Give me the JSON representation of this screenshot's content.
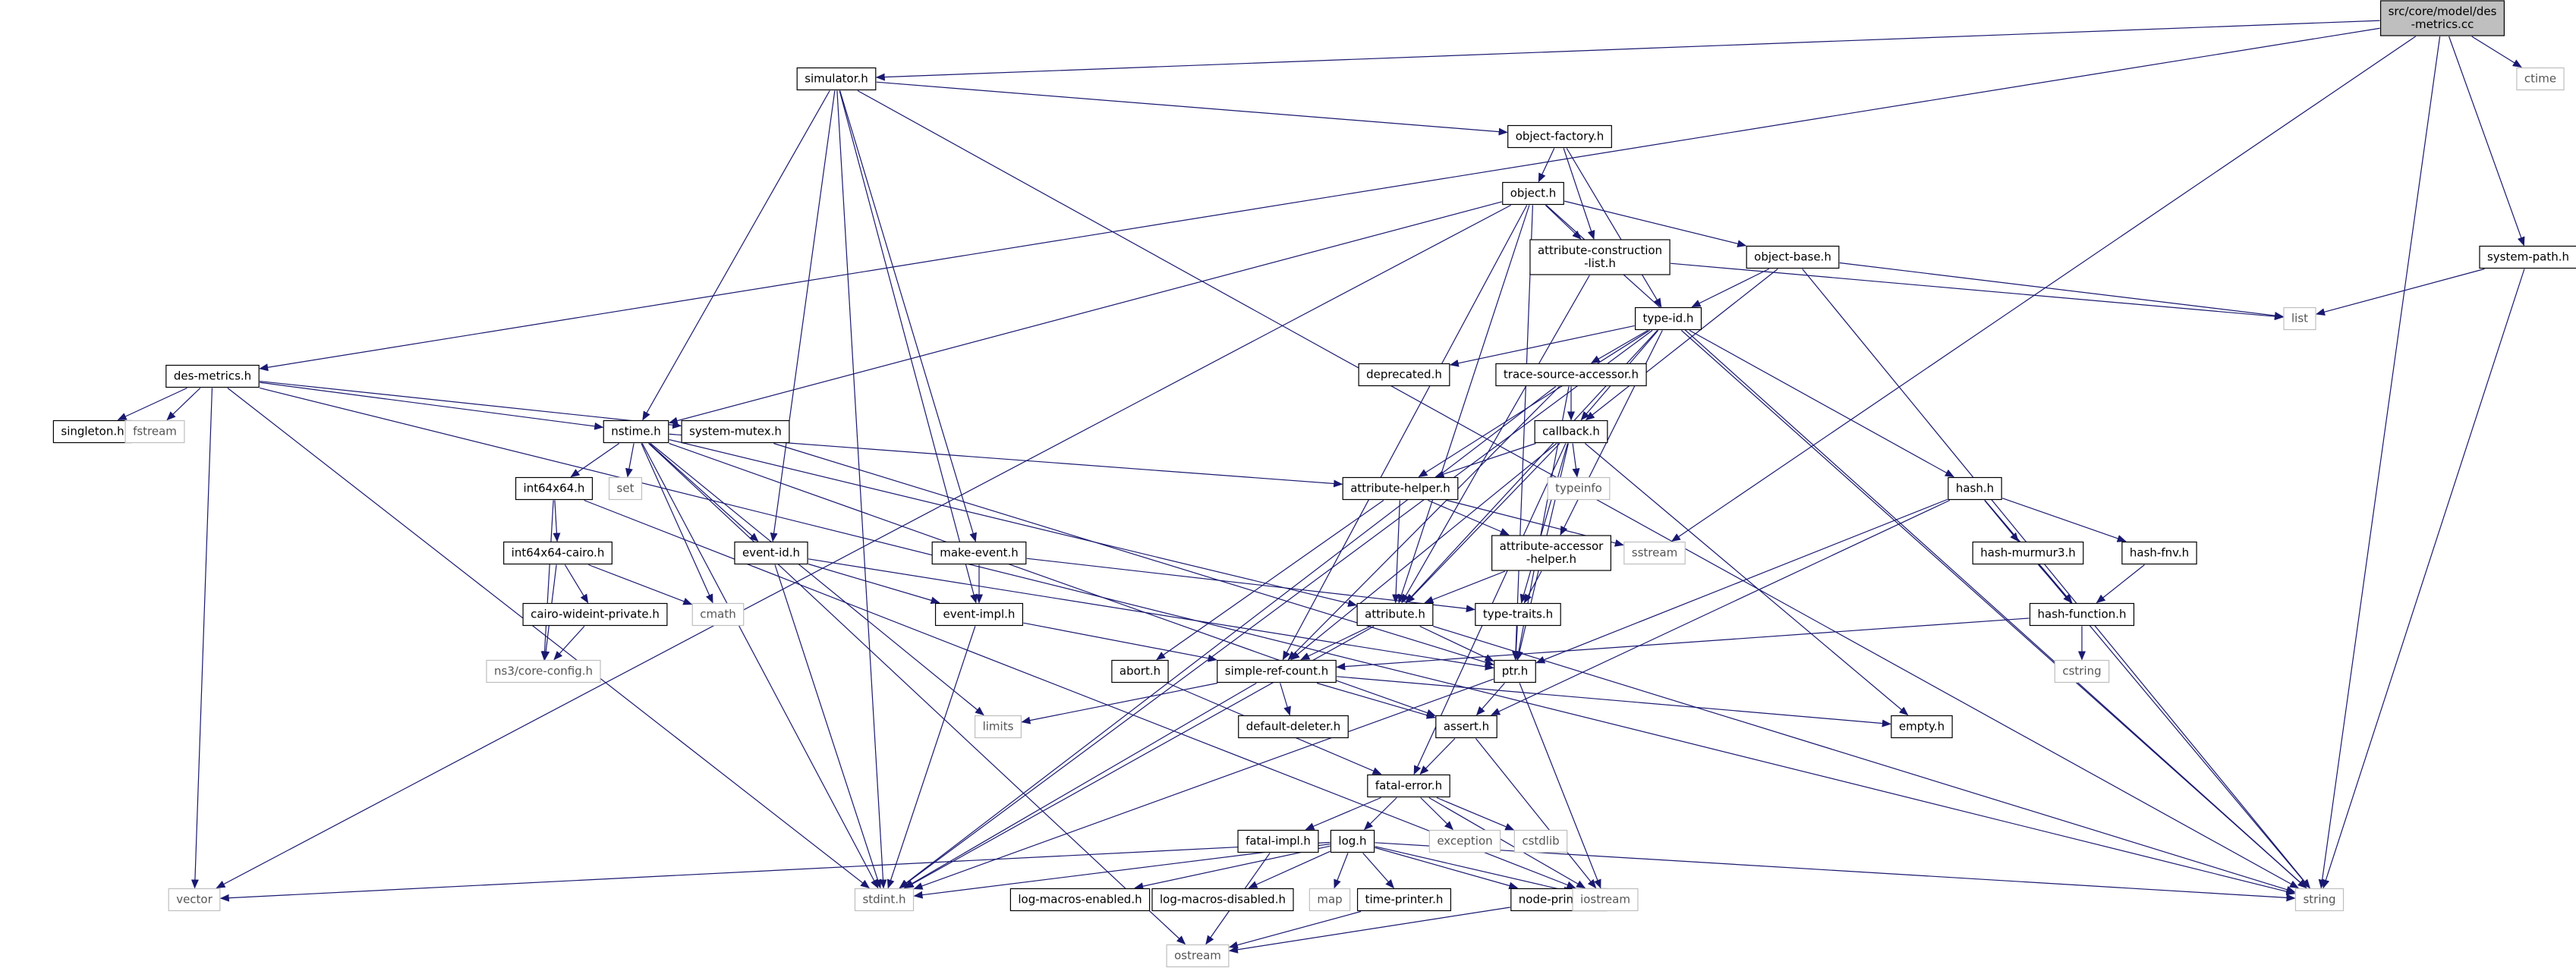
{
  "graph": {
    "colors": {
      "background": "#ffffff",
      "root_fill": "#bfbfbf",
      "node_fill": "#ffffff",
      "node_border": "#000000",
      "external_border": "#bfbfbf",
      "node_text": "#000000",
      "external_text": "#555555",
      "edge": "#191970"
    },
    "nodes": [
      {
        "id": "root",
        "label": [
          "src/core/model/des",
          "-metrics.cc"
        ],
        "kind": "root"
      },
      {
        "id": "simulator",
        "label": [
          "simulator.h"
        ],
        "kind": "header"
      },
      {
        "id": "ctime",
        "label": [
          "ctime"
        ],
        "kind": "external"
      },
      {
        "id": "object_factory",
        "label": [
          "object-factory.h"
        ],
        "kind": "header"
      },
      {
        "id": "object",
        "label": [
          "object.h"
        ],
        "kind": "header"
      },
      {
        "id": "attr_construction",
        "label": [
          "attribute-construction",
          "-list.h"
        ],
        "kind": "header"
      },
      {
        "id": "object_base",
        "label": [
          "object-base.h"
        ],
        "kind": "header"
      },
      {
        "id": "system_path",
        "label": [
          "system-path.h"
        ],
        "kind": "header"
      },
      {
        "id": "list",
        "label": [
          "list"
        ],
        "kind": "external"
      },
      {
        "id": "type_id",
        "label": [
          "type-id.h"
        ],
        "kind": "header"
      },
      {
        "id": "des_metrics",
        "label": [
          "des-metrics.h"
        ],
        "kind": "header"
      },
      {
        "id": "deprecated",
        "label": [
          "deprecated.h"
        ],
        "kind": "header"
      },
      {
        "id": "trace_source",
        "label": [
          "trace-source-accessor.h"
        ],
        "kind": "header"
      },
      {
        "id": "singleton",
        "label": [
          "singleton.h"
        ],
        "kind": "header"
      },
      {
        "id": "fstream",
        "label": [
          "fstream"
        ],
        "kind": "external"
      },
      {
        "id": "nstime",
        "label": [
          "nstime.h"
        ],
        "kind": "header"
      },
      {
        "id": "system_mutex",
        "label": [
          "system-mutex.h"
        ],
        "kind": "header"
      },
      {
        "id": "callback",
        "label": [
          "callback.h"
        ],
        "kind": "header"
      },
      {
        "id": "int64x64",
        "label": [
          "int64x64.h"
        ],
        "kind": "header"
      },
      {
        "id": "set",
        "label": [
          "set"
        ],
        "kind": "external"
      },
      {
        "id": "attribute_helper",
        "label": [
          "attribute-helper.h"
        ],
        "kind": "header"
      },
      {
        "id": "typeinfo",
        "label": [
          "typeinfo"
        ],
        "kind": "external"
      },
      {
        "id": "hash",
        "label": [
          "hash.h"
        ],
        "kind": "header"
      },
      {
        "id": "int64x64_cairo",
        "label": [
          "int64x64-cairo.h"
        ],
        "kind": "header"
      },
      {
        "id": "event_id",
        "label": [
          "event-id.h"
        ],
        "kind": "header"
      },
      {
        "id": "make_event",
        "label": [
          "make-event.h"
        ],
        "kind": "header"
      },
      {
        "id": "attr_accessor",
        "label": [
          "attribute-accessor",
          "-helper.h"
        ],
        "kind": "header"
      },
      {
        "id": "sstream",
        "label": [
          "sstream"
        ],
        "kind": "external"
      },
      {
        "id": "hash_murmur3",
        "label": [
          "hash-murmur3.h"
        ],
        "kind": "header"
      },
      {
        "id": "hash_fnv",
        "label": [
          "hash-fnv.h"
        ],
        "kind": "header"
      },
      {
        "id": "cmath",
        "label": [
          "cmath"
        ],
        "kind": "external"
      },
      {
        "id": "cairo_wideint",
        "label": [
          "cairo-wideint-private.h"
        ],
        "kind": "header"
      },
      {
        "id": "event_impl",
        "label": [
          "event-impl.h"
        ],
        "kind": "header"
      },
      {
        "id": "attribute",
        "label": [
          "attribute.h"
        ],
        "kind": "header"
      },
      {
        "id": "type_traits",
        "label": [
          "type-traits.h"
        ],
        "kind": "header"
      },
      {
        "id": "hash_function",
        "label": [
          "hash-function.h"
        ],
        "kind": "header"
      },
      {
        "id": "core_config",
        "label": [
          "ns3/core-config.h"
        ],
        "kind": "external"
      },
      {
        "id": "abort",
        "label": [
          "abort.h"
        ],
        "kind": "header"
      },
      {
        "id": "simple_ref_count",
        "label": [
          "simple-ref-count.h"
        ],
        "kind": "header"
      },
      {
        "id": "ptr",
        "label": [
          "ptr.h"
        ],
        "kind": "header"
      },
      {
        "id": "cstring",
        "label": [
          "cstring"
        ],
        "kind": "external"
      },
      {
        "id": "limits",
        "label": [
          "limits"
        ],
        "kind": "external"
      },
      {
        "id": "default_deleter",
        "label": [
          "default-deleter.h"
        ],
        "kind": "header"
      },
      {
        "id": "assert",
        "label": [
          "assert.h"
        ],
        "kind": "header"
      },
      {
        "id": "empty",
        "label": [
          "empty.h"
        ],
        "kind": "header"
      },
      {
        "id": "fatal_error",
        "label": [
          "fatal-error.h"
        ],
        "kind": "header"
      },
      {
        "id": "fatal_impl",
        "label": [
          "fatal-impl.h"
        ],
        "kind": "header"
      },
      {
        "id": "log",
        "label": [
          "log.h"
        ],
        "kind": "header"
      },
      {
        "id": "exception",
        "label": [
          "exception"
        ],
        "kind": "external"
      },
      {
        "id": "cstdlib",
        "label": [
          "cstdlib"
        ],
        "kind": "external"
      },
      {
        "id": "vector",
        "label": [
          "vector"
        ],
        "kind": "external"
      },
      {
        "id": "stdint",
        "label": [
          "stdint.h"
        ],
        "kind": "external"
      },
      {
        "id": "log_macros_enabled",
        "label": [
          "log-macros-enabled.h"
        ],
        "kind": "header"
      },
      {
        "id": "log_macros_disabled",
        "label": [
          "log-macros-disabled.h"
        ],
        "kind": "header"
      },
      {
        "id": "map",
        "label": [
          "map"
        ],
        "kind": "external"
      },
      {
        "id": "time_printer",
        "label": [
          "time-printer.h"
        ],
        "kind": "header"
      },
      {
        "id": "node_printer",
        "label": [
          "node-printer.h"
        ],
        "kind": "header"
      },
      {
        "id": "iostream",
        "label": [
          "iostream"
        ],
        "kind": "external"
      },
      {
        "id": "string",
        "label": [
          "string"
        ],
        "kind": "external"
      },
      {
        "id": "ostream",
        "label": [
          "ostream"
        ],
        "kind": "external"
      }
    ],
    "edges": [
      [
        "root",
        "simulator"
      ],
      [
        "root",
        "ctime"
      ],
      [
        "root",
        "des_metrics"
      ],
      [
        "root",
        "system_path"
      ],
      [
        "root",
        "sstream"
      ],
      [
        "root",
        "string"
      ],
      [
        "simulator",
        "object_factory"
      ],
      [
        "simulator",
        "nstime"
      ],
      [
        "simulator",
        "event_id"
      ],
      [
        "simulator",
        "event_impl"
      ],
      [
        "simulator",
        "make_event"
      ],
      [
        "simulator",
        "stdint"
      ],
      [
        "simulator",
        "string"
      ],
      [
        "object_factory",
        "object"
      ],
      [
        "object_factory",
        "attr_construction"
      ],
      [
        "object_factory",
        "type_id"
      ],
      [
        "object",
        "attr_construction"
      ],
      [
        "object",
        "object_base"
      ],
      [
        "object",
        "ptr"
      ],
      [
        "object",
        "attribute"
      ],
      [
        "object",
        "simple_ref_count"
      ],
      [
        "object",
        "nstime"
      ],
      [
        "object",
        "vector"
      ],
      [
        "object",
        "string"
      ],
      [
        "attr_construction",
        "attribute"
      ],
      [
        "attr_construction",
        "list"
      ],
      [
        "object_base",
        "type_id"
      ],
      [
        "object_base",
        "callback"
      ],
      [
        "object_base",
        "list"
      ],
      [
        "object_base",
        "string"
      ],
      [
        "system_path",
        "list"
      ],
      [
        "system_path",
        "string"
      ],
      [
        "type_id",
        "deprecated"
      ],
      [
        "type_id",
        "trace_source"
      ],
      [
        "type_id",
        "callback"
      ],
      [
        "type_id",
        "attribute"
      ],
      [
        "type_id",
        "attribute_helper"
      ],
      [
        "type_id",
        "attr_accessor"
      ],
      [
        "type_id",
        "hash"
      ],
      [
        "type_id",
        "stdint"
      ],
      [
        "type_id",
        "string"
      ],
      [
        "des_metrics",
        "singleton"
      ],
      [
        "des_metrics",
        "fstream"
      ],
      [
        "des_metrics",
        "nstime"
      ],
      [
        "des_metrics",
        "system_mutex"
      ],
      [
        "des_metrics",
        "vector"
      ],
      [
        "des_metrics",
        "stdint"
      ],
      [
        "des_metrics",
        "string"
      ],
      [
        "trace_source",
        "callback"
      ],
      [
        "trace_source",
        "ptr"
      ],
      [
        "trace_source",
        "simple_ref_count"
      ],
      [
        "trace_source",
        "stdint"
      ],
      [
        "nstime",
        "int64x64"
      ],
      [
        "nstime",
        "set"
      ],
      [
        "nstime",
        "cmath"
      ],
      [
        "nstime",
        "attribute"
      ],
      [
        "nstime",
        "attribute_helper"
      ],
      [
        "nstime",
        "event_id"
      ],
      [
        "nstime",
        "assert"
      ],
      [
        "nstime",
        "limits"
      ],
      [
        "nstime",
        "stdint"
      ],
      [
        "nstime",
        "ostream"
      ],
      [
        "system_mutex",
        "ptr"
      ],
      [
        "callback",
        "typeinfo"
      ],
      [
        "callback",
        "attribute"
      ],
      [
        "callback",
        "attribute_helper"
      ],
      [
        "callback",
        "ptr"
      ],
      [
        "callback",
        "simple_ref_count"
      ],
      [
        "callback",
        "type_traits"
      ],
      [
        "callback",
        "empty"
      ],
      [
        "callback",
        "fatal_error"
      ],
      [
        "int64x64",
        "int64x64_cairo"
      ],
      [
        "int64x64",
        "core_config"
      ],
      [
        "int64x64",
        "iostream"
      ],
      [
        "int64x64_cairo",
        "cairo_wideint"
      ],
      [
        "int64x64_cairo",
        "cmath"
      ],
      [
        "int64x64_cairo",
        "core_config"
      ],
      [
        "cairo_wideint",
        "core_config"
      ],
      [
        "attribute_helper",
        "attribute"
      ],
      [
        "attribute_helper",
        "attr_accessor"
      ],
      [
        "attribute_helper",
        "abort"
      ],
      [
        "attribute_helper",
        "sstream"
      ],
      [
        "attr_accessor",
        "attribute"
      ],
      [
        "attr_accessor",
        "type_traits"
      ],
      [
        "event_id",
        "event_impl"
      ],
      [
        "event_id",
        "ptr"
      ],
      [
        "event_id",
        "stdint"
      ],
      [
        "make_event",
        "event_impl"
      ],
      [
        "make_event",
        "type_traits"
      ],
      [
        "event_impl",
        "simple_ref_count"
      ],
      [
        "event_impl",
        "stdint"
      ],
      [
        "hash",
        "hash_murmur3"
      ],
      [
        "hash",
        "hash_fnv"
      ],
      [
        "hash",
        "hash_function"
      ],
      [
        "hash",
        "ptr"
      ],
      [
        "hash",
        "assert"
      ],
      [
        "hash",
        "string"
      ],
      [
        "hash_murmur3",
        "hash_function"
      ],
      [
        "hash_fnv",
        "hash_function"
      ],
      [
        "hash_function",
        "cstring"
      ],
      [
        "hash_function",
        "simple_ref_count"
      ],
      [
        "attribute",
        "ptr"
      ],
      [
        "attribute",
        "simple_ref_count"
      ],
      [
        "attribute",
        "stdint"
      ],
      [
        "attribute",
        "string"
      ],
      [
        "type_traits",
        "ptr"
      ],
      [
        "abort",
        "fatal_error"
      ],
      [
        "simple_ref_count",
        "default_deleter"
      ],
      [
        "simple_ref_count",
        "assert"
      ],
      [
        "simple_ref_count",
        "limits"
      ],
      [
        "simple_ref_count",
        "empty"
      ],
      [
        "simple_ref_count",
        "stdint"
      ],
      [
        "ptr",
        "assert"
      ],
      [
        "ptr",
        "iostream"
      ],
      [
        "ptr",
        "stdint"
      ],
      [
        "assert",
        "fatal_error"
      ],
      [
        "assert",
        "iostream"
      ],
      [
        "fatal_error",
        "fatal_impl"
      ],
      [
        "fatal_error",
        "log"
      ],
      [
        "fatal_error",
        "exception"
      ],
      [
        "fatal_error",
        "cstdlib"
      ],
      [
        "fatal_error",
        "iostream"
      ],
      [
        "fatal_impl",
        "ostream"
      ],
      [
        "log",
        "log_macros_enabled"
      ],
      [
        "log",
        "log_macros_disabled"
      ],
      [
        "log",
        "map"
      ],
      [
        "log",
        "time_printer"
      ],
      [
        "log",
        "node_printer"
      ],
      [
        "log",
        "iostream"
      ],
      [
        "log",
        "string"
      ],
      [
        "log",
        "stdint"
      ],
      [
        "log",
        "vector"
      ],
      [
        "time_printer",
        "ostream"
      ],
      [
        "node_printer",
        "ostream"
      ]
    ]
  }
}
